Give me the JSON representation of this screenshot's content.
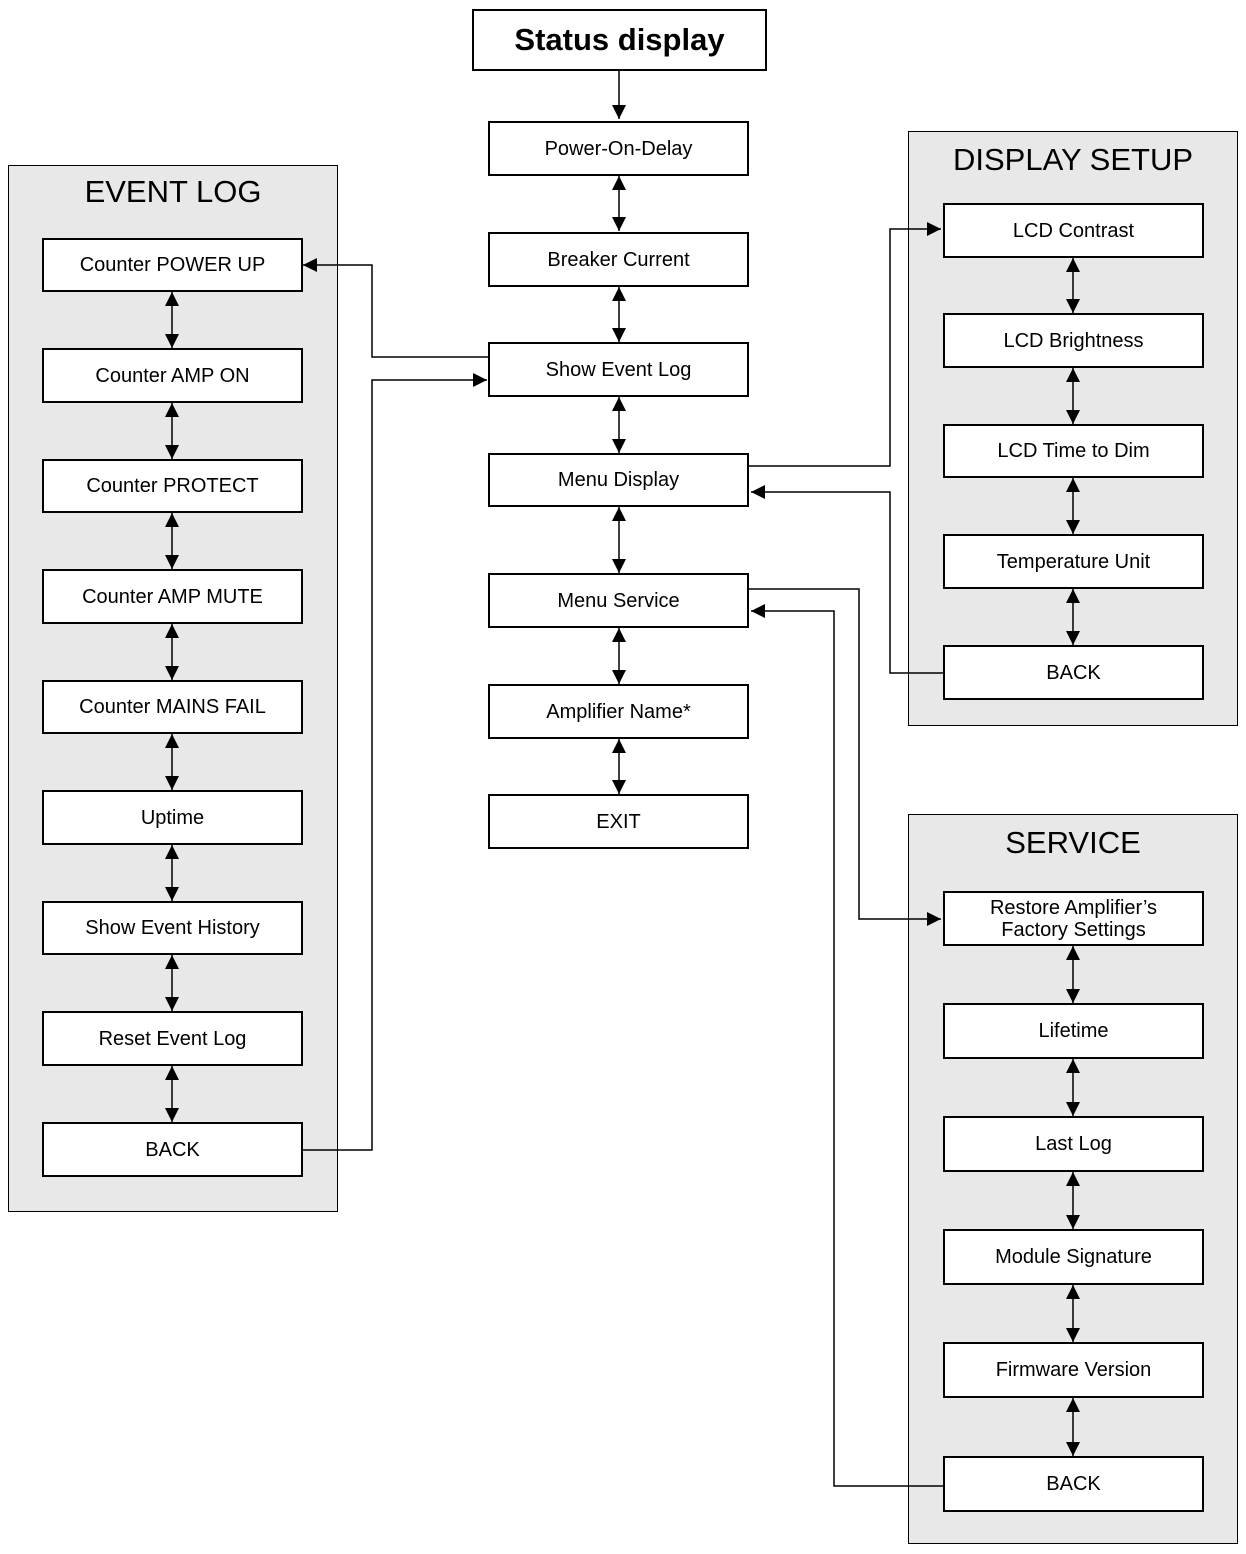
{
  "root": {
    "label": "Status display"
  },
  "main_menu": [
    {
      "id": "power-on-delay",
      "label": "Power-On-Delay"
    },
    {
      "id": "breaker-current",
      "label": "Breaker Current"
    },
    {
      "id": "show-event-log",
      "label": "Show Event Log"
    },
    {
      "id": "menu-display",
      "label": "Menu Display"
    },
    {
      "id": "menu-service",
      "label": "Menu Service"
    },
    {
      "id": "amplifier-name",
      "label": "Amplifier Name*"
    },
    {
      "id": "exit",
      "label": "EXIT"
    }
  ],
  "event_log": {
    "title": "EVENT LOG",
    "items": [
      {
        "id": "counter-power-up",
        "label": "Counter POWER UP"
      },
      {
        "id": "counter-amp-on",
        "label": "Counter AMP ON"
      },
      {
        "id": "counter-protect",
        "label": "Counter PROTECT"
      },
      {
        "id": "counter-amp-mute",
        "label": "Counter AMP MUTE"
      },
      {
        "id": "counter-mains-fail",
        "label": "Counter MAINS FAIL"
      },
      {
        "id": "uptime",
        "label": "Uptime"
      },
      {
        "id": "show-event-history",
        "label": "Show Event History"
      },
      {
        "id": "reset-event-log",
        "label": "Reset Event Log"
      },
      {
        "id": "back",
        "label": "BACK"
      }
    ]
  },
  "display_setup": {
    "title": "DISPLAY SETUP",
    "items": [
      {
        "id": "lcd-contrast",
        "label": "LCD Contrast"
      },
      {
        "id": "lcd-brightness",
        "label": "LCD Brightness"
      },
      {
        "id": "lcd-time-to-dim",
        "label": "LCD Time to Dim"
      },
      {
        "id": "temperature-unit",
        "label": "Temperature Unit"
      },
      {
        "id": "back",
        "label": "BACK"
      }
    ]
  },
  "service": {
    "title": "SERVICE",
    "items": [
      {
        "id": "restore-factory-settings",
        "label": "Restore Amplifier’s\nFactory Settings"
      },
      {
        "id": "lifetime",
        "label": "Lifetime"
      },
      {
        "id": "last-log",
        "label": "Last Log"
      },
      {
        "id": "module-signature",
        "label": "Module Signature"
      },
      {
        "id": "firmware-version",
        "label": "Firmware Version"
      },
      {
        "id": "back",
        "label": "BACK"
      }
    ]
  },
  "colors": {
    "group_fill": "#e8e8e8",
    "line": "#000000",
    "node_fill": "#ffffff"
  }
}
